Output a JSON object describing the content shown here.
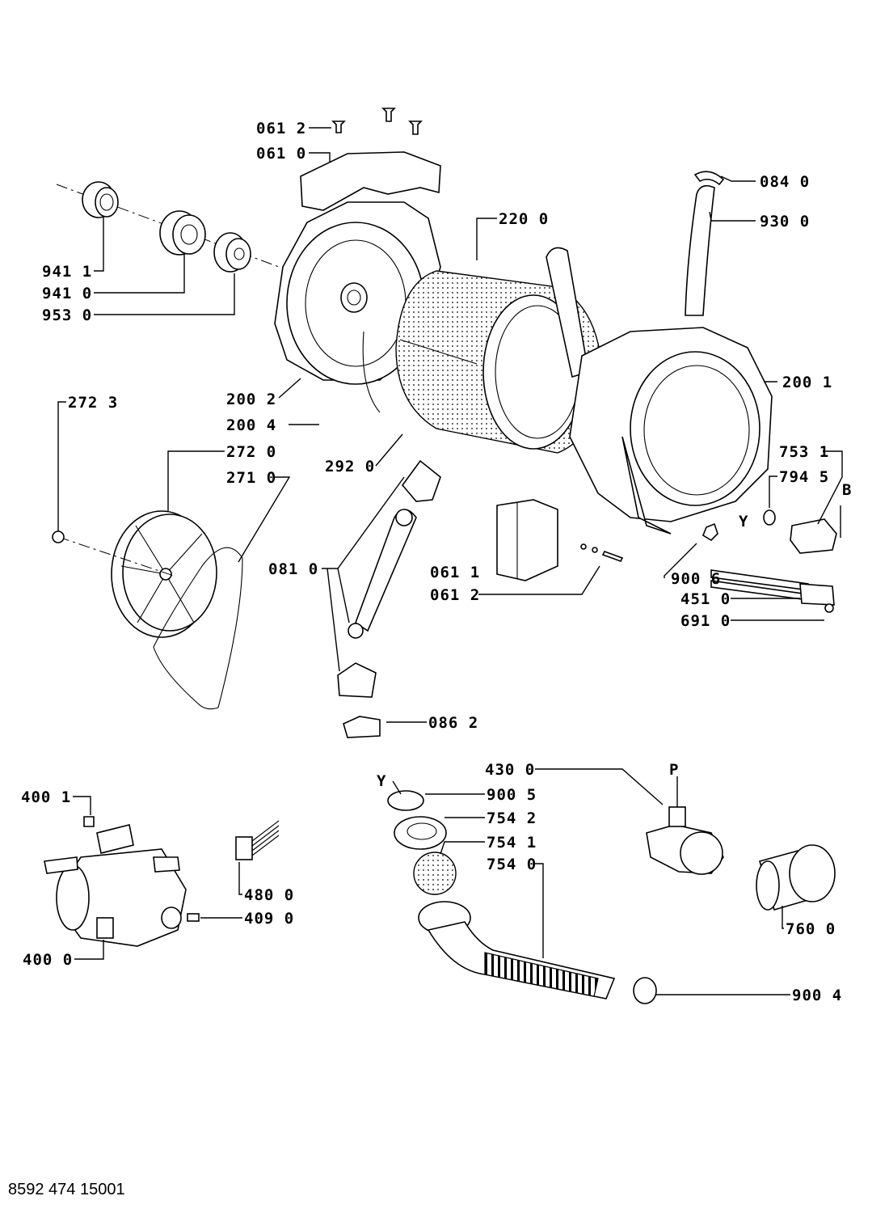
{
  "document": {
    "number": "8592 474 15001"
  },
  "labels": {
    "p0612a": "061 2",
    "p0610": "061 0",
    "p0840": "084 0",
    "p2200": "220 0",
    "p9300": "930 0",
    "p9411": "941 1",
    "p9410": "941 0",
    "p9530": "953 0",
    "p2002": "200 2",
    "p2001": "200 1",
    "p2723": "272 3",
    "p2004": "200 4",
    "p2720": "272 0",
    "p2710": "271 0",
    "p2920": "292 0",
    "p7531": "753 1",
    "p7945": "794 5",
    "markB": "B",
    "markY1": "Y",
    "p0810": "081 0",
    "p0611": "061 1",
    "p0612b": "061 2",
    "p9006": "900 6",
    "p4510": "451 0",
    "p6910": "691 0",
    "p0862": "086 2",
    "p4300": "430 0",
    "markP": "P",
    "markY2": "Y",
    "p9005": "900 5",
    "p7542": "754 2",
    "p7541": "754 1",
    "p7540": "754 0",
    "p4001": "400 1",
    "p4800": "480 0",
    "p4090": "409 0",
    "p4000": "400 0",
    "p7600": "760 0",
    "p9004": "900 4"
  }
}
